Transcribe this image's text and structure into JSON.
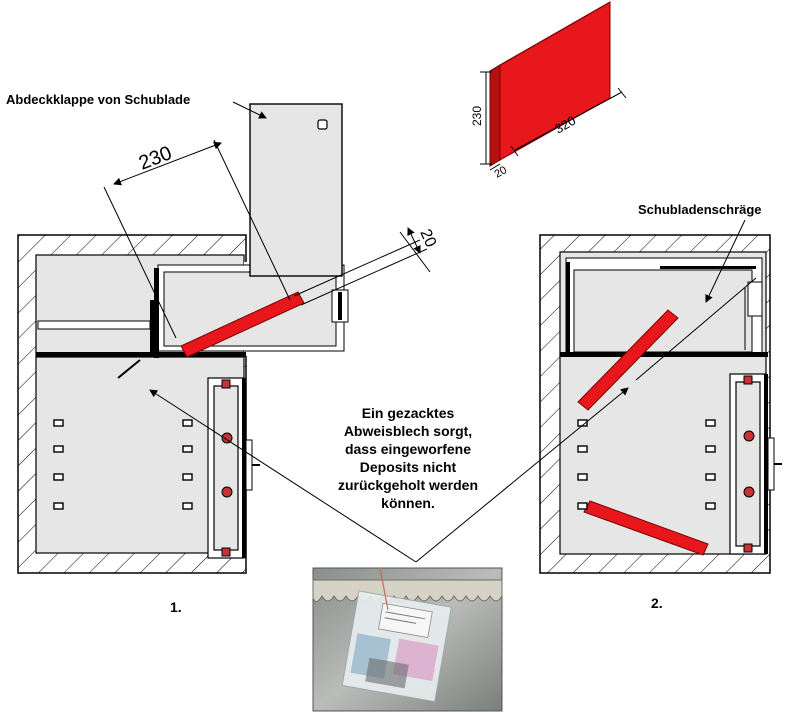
{
  "labels": {
    "flap": "Abdeckklappe von Schublade",
    "slope": "Schubladenschräge",
    "center_line1": "Ein gezacktes",
    "center_line2": "Abweisblech sorgt,",
    "center_line3": "dass eingeworfene",
    "center_line4": "Deposits nicht",
    "center_line5": "zurückgeholt werden",
    "center_line6": "können.",
    "fig1": "1.",
    "fig2": "2."
  },
  "dimensions": {
    "flap_length": "230",
    "flap_thickness": "20",
    "plate_height": "230",
    "plate_width": "320",
    "plate_depth": "20"
  },
  "colors": {
    "deflector": "#e8171c",
    "housing_fill": "#e6e6e6",
    "outline": "#000000"
  },
  "photo": {
    "desc_icon": "serrated-deflector-with-deposit-bag"
  }
}
